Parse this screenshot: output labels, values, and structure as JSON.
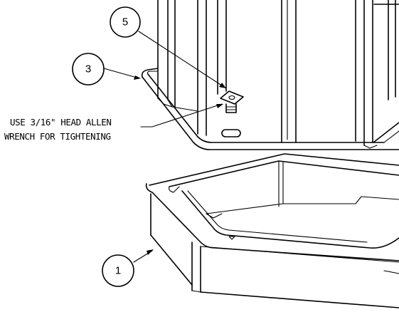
{
  "callouts": [
    {
      "id": "callout-5",
      "label": "5"
    },
    {
      "id": "callout-3",
      "label": "3"
    },
    {
      "id": "callout-1",
      "label": "1"
    }
  ],
  "note": {
    "line1": "USE 3/16\" HEAD ALLEN",
    "line2": "WRENCH FOR TIGHTENING"
  },
  "colors": {
    "line": "#000000",
    "background": "#ffffff"
  }
}
